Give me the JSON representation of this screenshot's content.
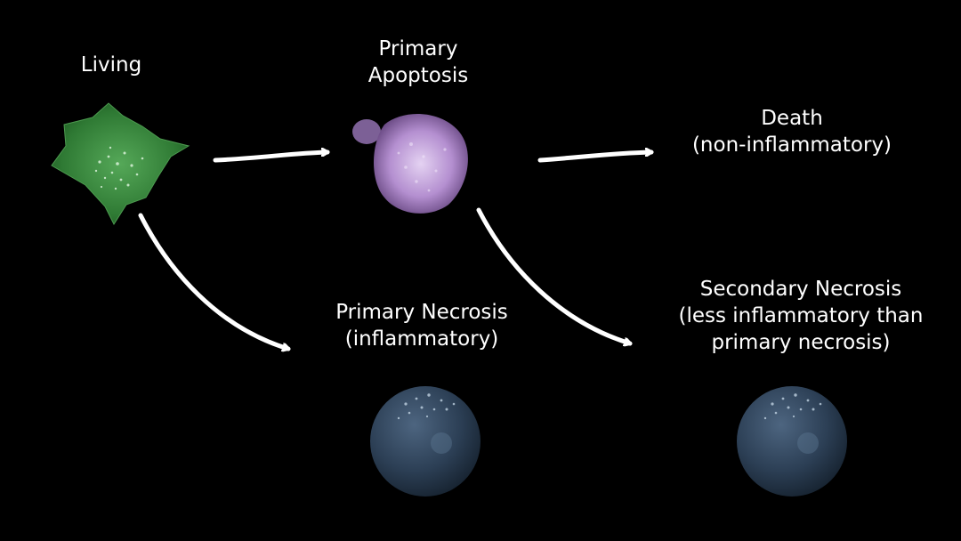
{
  "nodes": {
    "living": {
      "lines": [
        "Living"
      ]
    },
    "primary_apoptosis": {
      "lines": [
        "Primary",
        "Apoptosis"
      ]
    },
    "death": {
      "lines": [
        "Death",
        "(non-inflammatory)"
      ]
    },
    "primary_necrosis": {
      "lines": [
        "Primary Necrosis",
        "(inflammatory)"
      ]
    },
    "secondary_necrosis": {
      "lines": [
        "Secondary Necrosis",
        "(less inflammatory than",
        "primary necrosis)"
      ]
    }
  },
  "edges": [
    {
      "from": "living",
      "to": "primary_apoptosis"
    },
    {
      "from": "primary_apoptosis",
      "to": "death"
    },
    {
      "from": "living",
      "to": "primary_necrosis"
    },
    {
      "from": "primary_apoptosis",
      "to": "secondary_necrosis"
    }
  ],
  "colors": {
    "background": "#000000",
    "text": "#ffffff",
    "arrow": "#ffffff",
    "living_cell": "#3a8a3e",
    "apoptotic_cell": "#b48fd0",
    "necrotic_cell": "#2c3f55"
  }
}
